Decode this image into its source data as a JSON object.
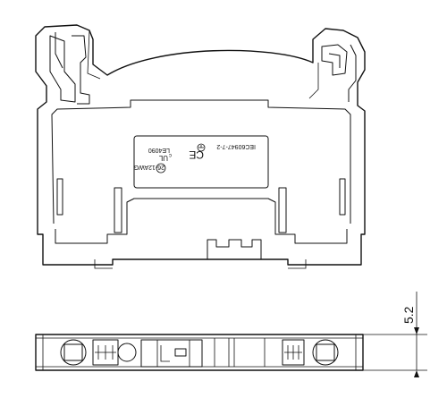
{
  "label": {
    "rating": "26-12AWG",
    "code": "LE4090",
    "standard": "IEC60947-7-2",
    "ce_mark": "CE",
    "ul_mark": "UL",
    "mark_letter": "c"
  },
  "dimension": {
    "height_value": "5.2"
  },
  "icons": {
    "ground": "ground-symbol-icon",
    "ce": "ce-mark-icon",
    "ul": "ul-recognized-icon"
  }
}
